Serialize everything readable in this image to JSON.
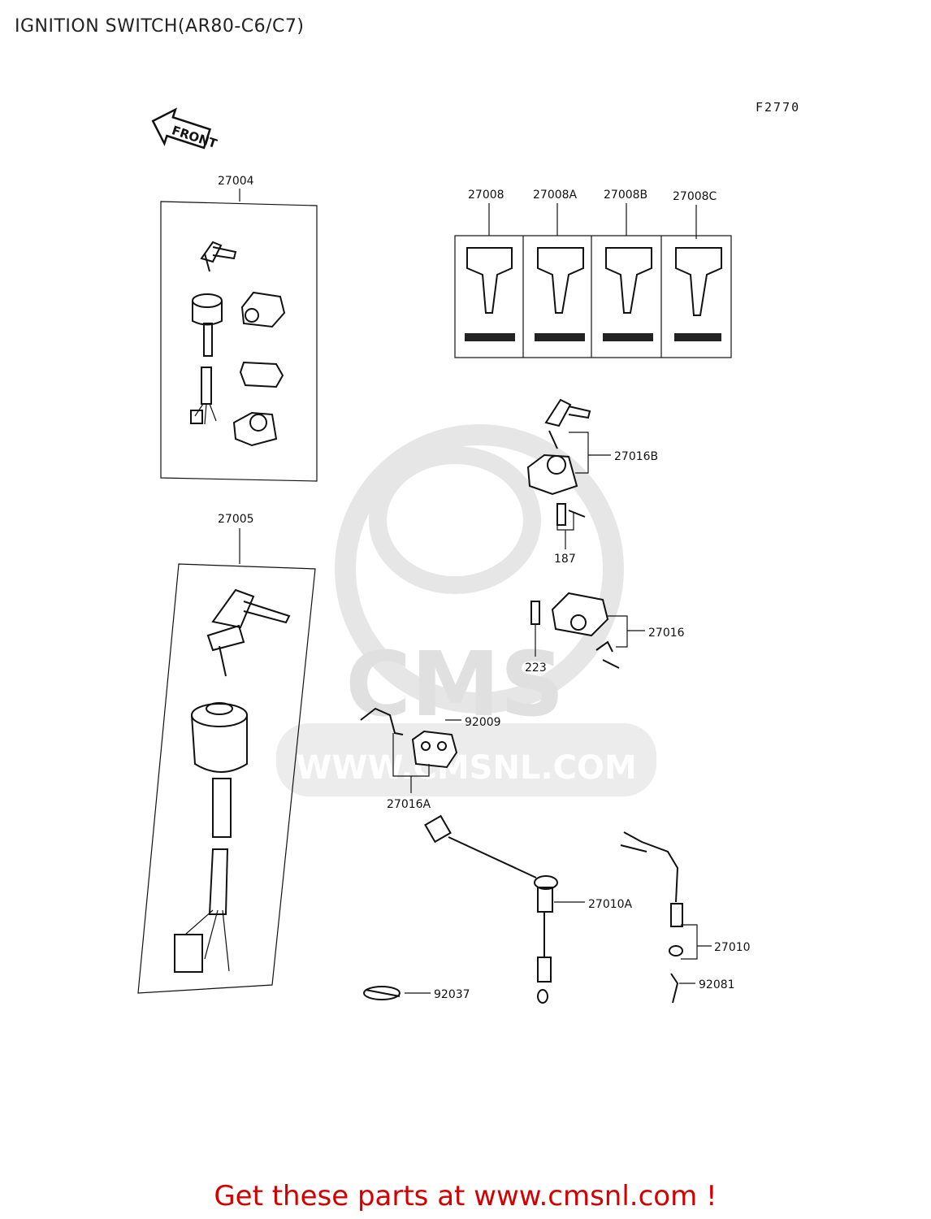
{
  "title": "IGNITION SWITCH(AR80-C6/C7)",
  "figure_code": "F2770",
  "front_label": "FRONT",
  "watermark": {
    "brand": "CMS",
    "url": "WWW.CMSNL.COM"
  },
  "parts": {
    "p27004": "27004",
    "p27005": "27005",
    "p27008": "27008",
    "p27008A": "27008A",
    "p27008B": "27008B",
    "p27008C": "27008C",
    "p27016B": "27016B",
    "p187": "187",
    "p27016": "27016",
    "p223": "223",
    "p92009": "92009",
    "p27016A": "27016A",
    "p27010A": "27010A",
    "p27010": "27010",
    "p92037": "92037",
    "p92081": "92081"
  },
  "footer": "Get these parts at www.cmsnl.com !"
}
